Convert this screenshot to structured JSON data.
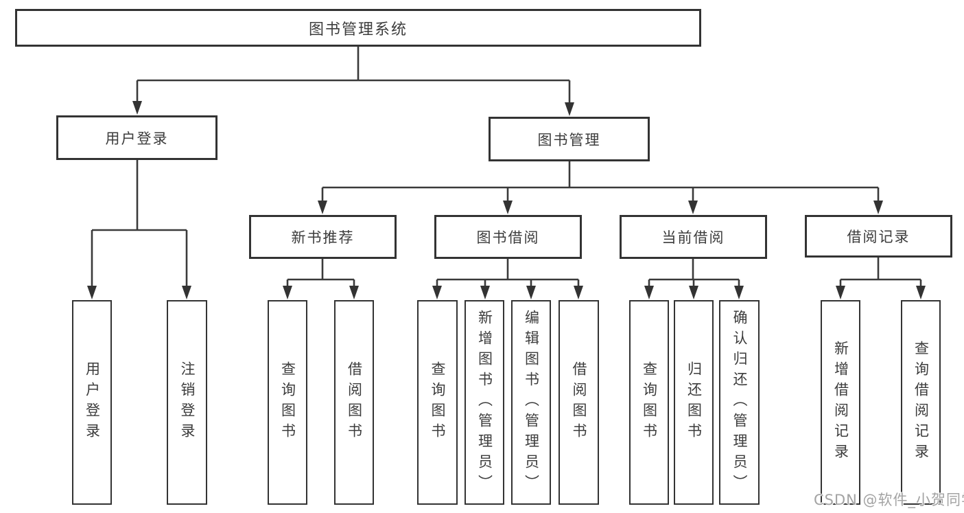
{
  "colors": {
    "line": "#3a3a3a",
    "box_border": "#333333",
    "text": "#3c3c3c",
    "watermark_text": "#a3a3a3",
    "background": "#ffffff"
  },
  "watermark": {
    "text": "CSDN @软件_小贺同学"
  },
  "tree": {
    "label": "图书管理系统",
    "children": [
      {
        "label": "用户登录",
        "children": [
          {
            "label": "用户登录"
          },
          {
            "label": "注销登录"
          }
        ]
      },
      {
        "label": "图书管理",
        "children": [
          {
            "label": "新书推荐",
            "children": [
              {
                "label": "查询图书"
              },
              {
                "label": "借阅图书"
              }
            ]
          },
          {
            "label": "图书借阅",
            "children": [
              {
                "label": "查询图书"
              },
              {
                "label": "新增图书（管理员）"
              },
              {
                "label": "编辑图书（管理员）"
              },
              {
                "label": "借阅图书"
              }
            ]
          },
          {
            "label": "当前借阅",
            "children": [
              {
                "label": "查询图书"
              },
              {
                "label": "归还图书"
              },
              {
                "label": "确认归还（管理员）"
              }
            ]
          },
          {
            "label": "借阅记录",
            "children": [
              {
                "label": "新增借阅记录"
              },
              {
                "label": "查询借阅记录"
              }
            ]
          }
        ]
      }
    ]
  }
}
